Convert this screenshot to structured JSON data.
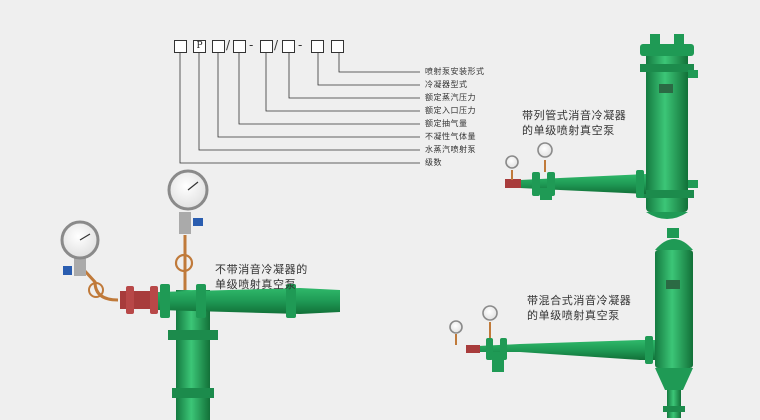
{
  "model_code": {
    "boxes": [
      "",
      "P",
      "",
      "",
      "",
      "",
      "",
      ""
    ],
    "separators": [
      "/",
      "-",
      "/",
      "-"
    ]
  },
  "legend": [
    "喷射泵安装形式",
    "冷凝器型式",
    "额定蒸汽压力",
    "额定入口压力",
    "额定抽气量",
    "不凝性气体量",
    "水蒸汽喷射泵",
    "级数"
  ],
  "captions": {
    "left": [
      "不带消音冷凝器的",
      "单级喷射真空泵"
    ],
    "top_right": [
      "带列管式消音冷凝器",
      "的单级喷射真空泵"
    ],
    "bottom_right": [
      "带混合式消音冷凝器",
      "的单级喷射真空泵"
    ]
  },
  "colors": {
    "background": "#efefef",
    "pump_green": "#1f9a55",
    "pump_green_light": "#2fb86a",
    "pump_green_dark": "#147a40",
    "pipe_red": "#b04040",
    "copper": "#c07a3a",
    "gauge_rim": "#8a8a8a"
  }
}
